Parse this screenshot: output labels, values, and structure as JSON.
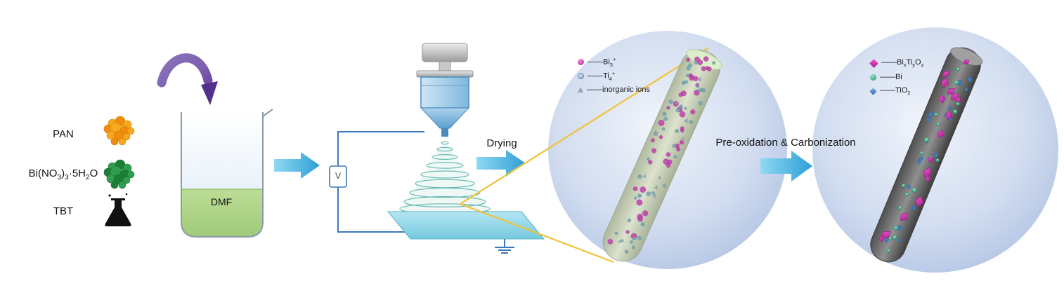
{
  "reagents": {
    "pan": "PAN",
    "bismuth_nitrate_html": "Bi(NO<sub>3</sub>)<sub>3</sub>·5H<sub>2</sub>O",
    "tbt": "TBT",
    "solvent": "DMF"
  },
  "apparatus": {
    "voltage": "V"
  },
  "process": {
    "drying": "Drying",
    "preoxidation": "Pre-oxidation & Carbonization"
  },
  "precursor_legend": {
    "bi_ion_html": "——Bi<sub>3</sub><sup>+</sup>",
    "ti_ion_html": "——Ti<sub>4</sub><sup>+</sup>",
    "inorganic_html": "——inorganic ions"
  },
  "product_legend": {
    "bismuth_titanate_html": "——Bi<sub>x</sub>Ti<sub>y</sub>O<sub>z</sub>",
    "bi_html": "——Bi",
    "tio2_html": "——TiO<sub>2</sub>"
  },
  "colors": {
    "process_arrow": "#3fabdf",
    "transfer_arrow": "#6a4aa0",
    "dmf_liquid": "#aed487",
    "bi_ion": "#c23fae",
    "ti_ion": "#76a6b8",
    "inorganic_ion": "#93a3b3",
    "bismuth_titanate": "#d633b4",
    "bi_metal": "#36a183",
    "tio2": "#3e7fc1",
    "precursor_fiber": "#c4cdb0",
    "product_fiber": "#777777",
    "magnify_line": "#f0c23a"
  }
}
